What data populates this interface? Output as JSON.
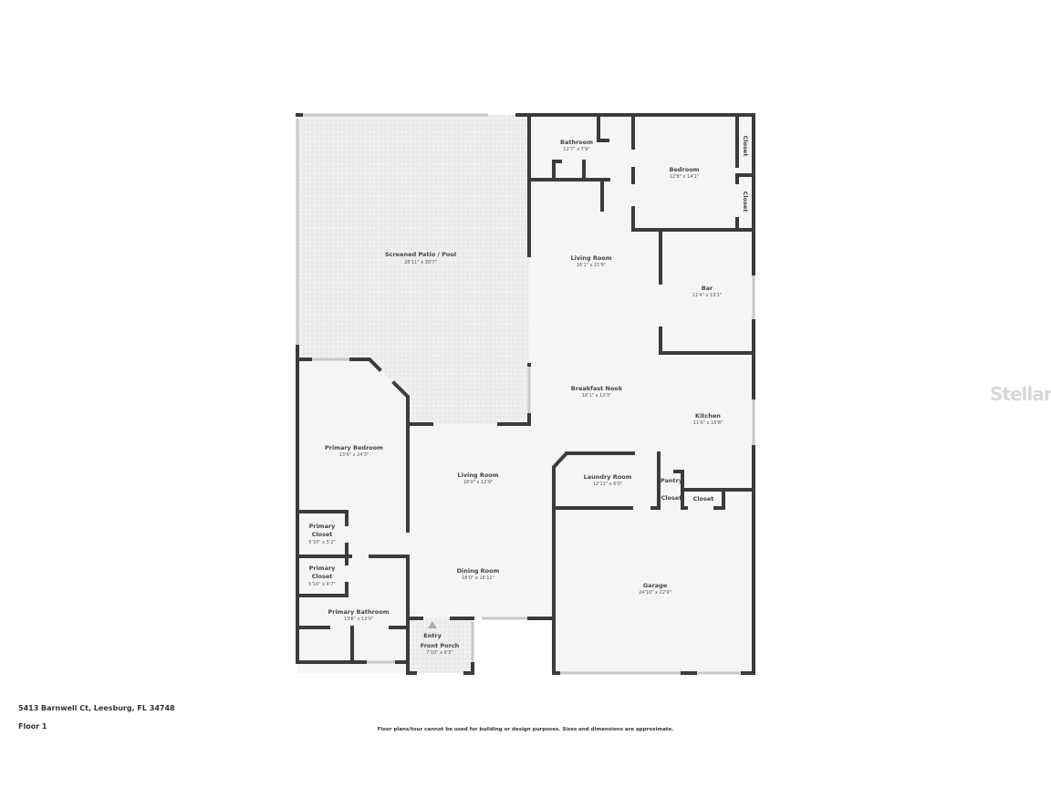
{
  "rooms": [
    {
      "name": "Screened Patio / Pool",
      "dims": "28'11\" x 30'7\""
    },
    {
      "name": "Bathroom",
      "dims": "12'7\" x 7'9\""
    },
    {
      "name": "Bedroom",
      "dims": "12'8\" x 14'1\""
    },
    {
      "name": "Closet",
      "dims": ""
    },
    {
      "name": "Closet",
      "dims": ""
    },
    {
      "name": "Living Room",
      "dims": "16'1\" x 21'6\""
    },
    {
      "name": "Bar",
      "dims": "11'4\" x 15'1\""
    },
    {
      "name": "Breakfast Nook",
      "dims": "16'1\" x 12'3\""
    },
    {
      "name": "Kitchen",
      "dims": "11'6\" x 16'8\""
    },
    {
      "name": "Primary Bedroom",
      "dims": "13'6\" x 24'3\""
    },
    {
      "name": "Living Room",
      "dims": "18'0\" x 12'9\""
    },
    {
      "name": "Laundry Room",
      "dims": "12'11\" x 6'0\""
    },
    {
      "name": "Pantry",
      "dims": ""
    },
    {
      "name": "Closet",
      "dims": ""
    },
    {
      "name": "Closet",
      "dims": ""
    },
    {
      "name": "Primary Closet",
      "dims": "5'10\" x 5'2\""
    },
    {
      "name": "Primary Closet",
      "dims": "5'10\" x 4'7\""
    },
    {
      "name": "Dining Room",
      "dims": "18'0\" x 16'11\""
    },
    {
      "name": "Garage",
      "dims": "24'10\" x 22'9\""
    },
    {
      "name": "Primary Bathroom",
      "dims": "13'6\" x 13'0\""
    },
    {
      "name": "Entry",
      "dims": ""
    },
    {
      "name": "Front Porch",
      "dims": "7'10\" x 6'5\""
    }
  ],
  "footer": {
    "address": "5413 Barnwell Ct, Leesburg, FL 34748",
    "floor": "Floor 1",
    "disclaimer": "Floor plans/tour cannot be used for building or design purposes. Sizes and dimensions are approximate."
  },
  "watermark": "StellarMLS",
  "colors": {
    "wall": "#3b3b3b",
    "floor": "#f5f5f5",
    "window": "#c8c8c8"
  }
}
